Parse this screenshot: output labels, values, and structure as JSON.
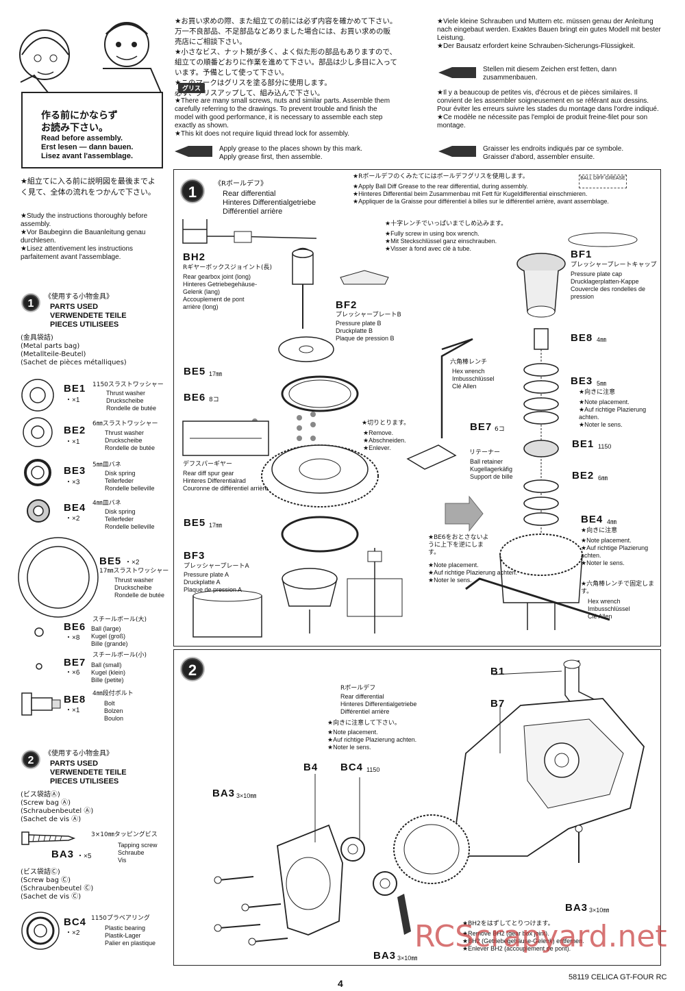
{
  "header": {
    "jp_note": "★お買い求めの際、また組立ての前には必ず内容を確かめて下さい。万一不良部品、不足部品などありました場合には、お買い求めの販売店にご相談下さい。\n★小さなビス、ナット類が多く、よく似た形の部品もありますので、組立ての順番どおりに作業を進めて下さい。部品は少し多目に入っています。予備として使って下さい。\n★このマークはグリスを塗る部分に使用します。\n必ず、グリスアップして、組み込んで下さい。",
    "grease_tag": "グリス",
    "en_note": "★There are many small screws, nuts and similar parts. Assemble them carefully referring to the drawings. To prevent trouble and finish the model with good performance, it is necessary to assemble each step exactly as shown.\n★This kit does not require liquid thread lock for assembly.",
    "en_grease": "Apply grease to the places shown by this mark.\nApply grease first, then assemble.",
    "de_note": "★Viele kleine Schrauben und Muttern etc. müssen genau der Anleitung nach eingebaut werden. Exaktes Bauen bringt ein gutes Modell mit bester Leistung.\n★Der Bausatz erfordert keine Schrauben-Sicherungs-Flüssigkeit.",
    "de_grease": "Stellen mit diesem Zeichen erst fetten, dann zusammenbauen.",
    "fr_note": "★Il y a beaucoup de petites vis, d'écrous et de pièces similaires. Il convient de les assembler soigneusement en se référant aux dessins. Pour éviter les erreurs suivre les stades du montage dans l'ordre indiqué.\n★Ce modèle ne nécessite pas l'emploi de produit freine-filet pour son montage.",
    "fr_grease": "Graisser les endroits indiqués par ce symbole.\nGraisser d'abord, assembler ensuite.",
    "sign_jp": "作る前にかならず\nお読み下さい。",
    "sign_en": "Read before assembly.\nErst lesen — dann bauen.\nLisez avant l'assemblage."
  },
  "intro": {
    "jp": "★組立てに入る前に説明図を最後までよく見て、全体の流れをつかんで下さい。",
    "text": "★Study the instructions thoroughly before assembly.\n★Vor Baubeginn die Bauanleitung genau durchlesen.\n★Lisez attentivement les instructions parfaitement avant l'assemblage."
  },
  "parts1": {
    "number": "1",
    "jp_title": "《使用する小物金具》",
    "title": "PARTS USED\nVERWENDETE TEILE\nPIECES UTILISEES",
    "bag": "(金具袋詰)\n(Metal parts bag)\n(Metallteile-Beutel)\n(Sachet de pièces métalliques)",
    "items": [
      {
        "code": "BE1",
        "qty": "・×1",
        "jp": "1150スラストワッシャー",
        "desc": "Thrust washer\nDruckscheibe\nRondelle de butée"
      },
      {
        "code": "BE2",
        "qty": "・×1",
        "jp": "6㎜スラストワッシャー",
        "desc": "Thrust washer\nDruckscheibe\nRondelle de butée"
      },
      {
        "code": "BE3",
        "qty": "・×3",
        "jp": "5㎜皿バネ",
        "desc": "Disk spring\nTellerfeder\nRondelle belleville"
      },
      {
        "code": "BE4",
        "qty": "・×2",
        "jp": "4㎜皿バネ",
        "desc": "Disk spring\nTellerfeder\nRondelle belleville"
      },
      {
        "code": "BE5",
        "qty": "・×2",
        "jp": "17㎜スラストワッシャー",
        "desc": "Thrust washer\nDruckscheibe\nRondelle de butée"
      },
      {
        "code": "BE6",
        "qty": "・×8",
        "jp": "スチールボール(大)",
        "desc": "Ball (large)\nKugel (groß)\nBille (grande)"
      },
      {
        "code": "BE7",
        "qty": "・×6",
        "jp": "スチールボール(小)",
        "desc": "Ball (small)\nKugel (klein)\nBille (petite)"
      },
      {
        "code": "BE8",
        "qty": "・×1",
        "jp": "4㎜段付ボルト",
        "desc": "Bolt\nBolzen\nBoulon"
      }
    ]
  },
  "parts2": {
    "number": "2",
    "jp_title": "《使用する小物金具》",
    "title": "PARTS USED\nVERWENDETE TEILE\nPIECES UTILISEES",
    "bag_a": "(ビス袋詰Ⓐ)\n(Screw bag Ⓐ)\n(Schraubenbeutel Ⓐ)\n(Sachet de vis Ⓐ)",
    "ba3_jp": "3×10㎜タッピングビス",
    "ba3_desc": "Tapping screw\nSchraube\nVis",
    "ba3_code": "BA3",
    "ba3_qty": "・×5",
    "bag_c": "(ビス袋詰Ⓒ)\n(Screw bag Ⓒ)\n(Schraubenbeutel Ⓒ)\n(Sachet de vis Ⓒ)",
    "bc4_jp": "1150プラベアリング",
    "bc4_desc": "Plastic bearing\nPlastik-Lager\nPalier en plastique",
    "bc4_code": "BC4",
    "bc4_qty": "・×2"
  },
  "step1": {
    "number": "1",
    "jp_title": "《Rボールデフ》",
    "title": "Rear differential\nHinteres Differentialgetriebe\nDifférentiel arrière",
    "grease_note_jp": "★Rボールデフのくみたてにはボールデフグリスを使用します。",
    "grease_note": "★Apply Ball Diff Grease to the rear differential, during assembly.\n★Hinteres Differential beim Zusammenbau mit Fett für Kugeldifferential einschmieren.\n★Appliquer de la Graisse pour différentiel à billes sur le différentiel arrière, avant assemblage.",
    "wrench_note_jp": "★十字レンチでいっぱいまでしめ込みます。",
    "wrench_note": "★Fully screw in using box wrench.\n★Mit Steckschlüssel ganz einschrauben.\n★Visser à fond avec clé à tube.",
    "bh2": {
      "code": "BH2",
      "jp": "Rギヤーボックスジョイント(長)",
      "desc": "Rear gearbox joint (long)\nHinteres Getriebegehäuse-Gelenk (lang)\nAccouplement de pont arrière (long)"
    },
    "bf2": {
      "code": "BF2",
      "jp": "プレッシャープレートB",
      "desc": "Pressure plate B\nDruckplatte B\nPlaque de pression B"
    },
    "bf3": {
      "code": "BF3",
      "jp": "プレッシャープレートA",
      "desc": "Pressure plate A\nDruckplatte A\nPlaque de pression A"
    },
    "bf1": {
      "code": "BF1",
      "jp": "プレッシャープレートキャップ",
      "desc": "Pressure plate cap\nDrucklagerplatten-Kappe\nCouvercle des rondelles de pression"
    },
    "be5_top": "BE5",
    "be5_top_size": "17㎜",
    "be6": "BE6",
    "be6_count": "8コ",
    "be5_bottom": "BE5",
    "be5_bottom_size": "17㎜",
    "spur_jp": "デフスパーギヤー",
    "spur": "Rear diff spur gear\nHinteres Differentialrad\nCouronne de différentiel arrière",
    "hex_jp": "六角棒レンチ",
    "hex": "Hex wrench\nImbusschlüssel\nClé Allen",
    "cut_jp": "★切りとります。",
    "cut": "★Remove.\n★Abschneiden.\n★Enlever.",
    "be7": "BE7",
    "be7_count": "6コ",
    "retainer_jp": "リテーナー",
    "retainer": "Ball retainer\nKugellagerkäfig\nSupport de bille",
    "be8": "BE8",
    "be8_size": "4㎜",
    "be3": "BE3",
    "be3_size": "5㎜",
    "be3_note_jp": "★向きに注意",
    "be3_note": "★Note placement.\n★Auf richtige Plazierung achten.\n★Noter le sens.",
    "be1": "BE1",
    "be1_size": "1150",
    "be2": "BE2",
    "be2_size": "6㎜",
    "be4": "BE4",
    "be4_size": "4㎜",
    "be4_note_jp": "★向きに注意",
    "be4_note": "★Note placement.\n★Auf richtige Plazierung achten.\n★Noter le sens.",
    "be6_note_jp": "★BE6をおとさないように上下を逆にします。",
    "be6_note": "★Note placement.\n★Auf richtige Plazierung achten.\n★Noter le sens.",
    "fix_jp": "★六角棒レンチで固定します。",
    "fix": "Hex wrench\nImbusschlüssel\nClé Allen",
    "grease_label": "BALL DIFF GREASE"
  },
  "step2": {
    "number": "2",
    "diff_jp": "Rボールデフ",
    "diff": "Rear differential\nHinteres Differentialgetriebe\nDifférentiel arrière",
    "note_jp": "★向きに注意して下さい。",
    "note": "★Note placement.\n★Auf richtige Plazierung achten.\n★Noter le sens.",
    "b1": "B1",
    "b7": "B7",
    "b4": "B4",
    "bc4": "BC4",
    "bc4_size": "1150",
    "ba3_left": "BA3",
    "ba3_left_size": "3×10㎜",
    "ba3_right": "BA3",
    "ba3_right_size": "3×10㎜",
    "ba3_bottom": "BA3",
    "ba3_bottom_size": "3×10㎜",
    "remove_jp": "★BH2をはずしてとりつけます。",
    "remove": "★Remove BH2 (gear box joint).\n★BH2 (Getriebegehäuse-Gelenk) entfernen.\n★Enlever BH2 (accouplement de pont)."
  },
  "footer": {
    "page": "4",
    "model": "58119 CELICA GT-FOUR RC",
    "watermark": "RCScrapyard.net"
  }
}
